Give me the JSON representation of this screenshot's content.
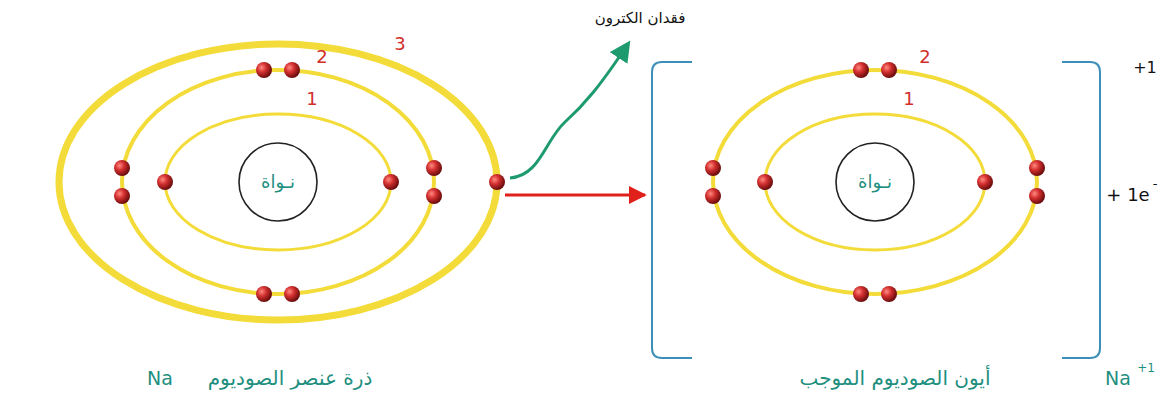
{
  "diagram": {
    "nodes": [
      {
        "text": [
          "ذرة عنصر الصوديوم"
        ]
      },
      {
        "text": [
          "نـواة"
        ],
        "in": 0
      },
      {
        "text": [
          "أيون الصوديوم الموجب"
        ]
      },
      {
        "text": [
          "نـواة"
        ],
        "in": 2
      }
    ],
    "edges": [
      {
        "from": 0,
        "to": 2,
        "arrow": "to"
      }
    ],
    "labels": [
      "3",
      "2",
      "1",
      "2",
      "1",
      "فقدان الكترون",
      "+1",
      "+ 1e",
      "-",
      "Na",
      "Na",
      "+1"
    ]
  }
}
